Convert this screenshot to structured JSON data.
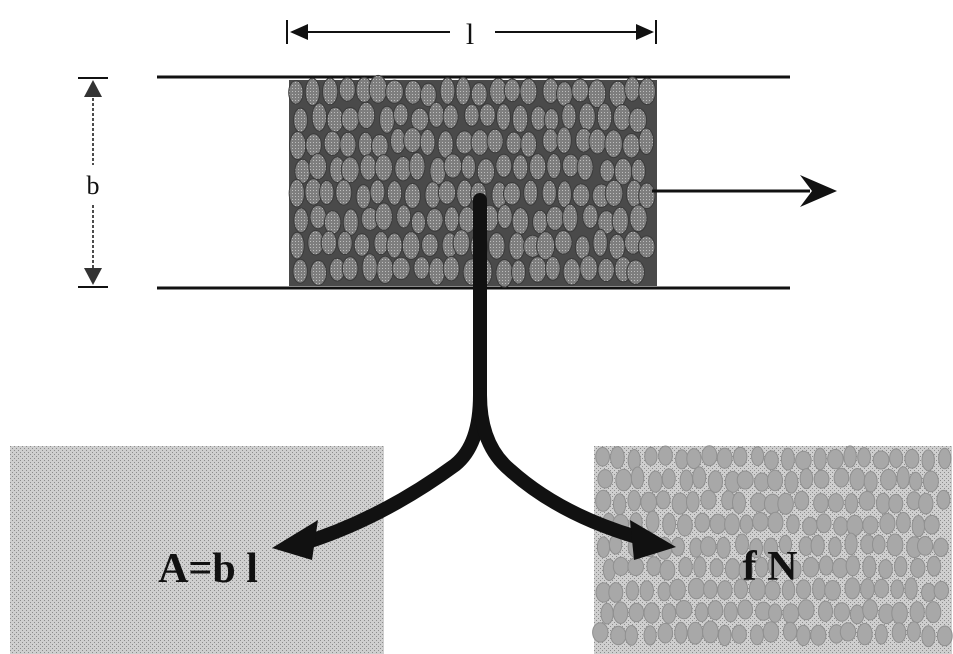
{
  "dimensions": {
    "length_label": "l",
    "width_label": "b"
  },
  "outputs": {
    "area_formula": "A=b l",
    "count_formula": "f N"
  },
  "colors": {
    "line": "#111111",
    "particle": "#8a8a8a",
    "particle_edge": "#3a3a3a",
    "panel": "#c4c4c4",
    "background": "#ffffff"
  }
}
